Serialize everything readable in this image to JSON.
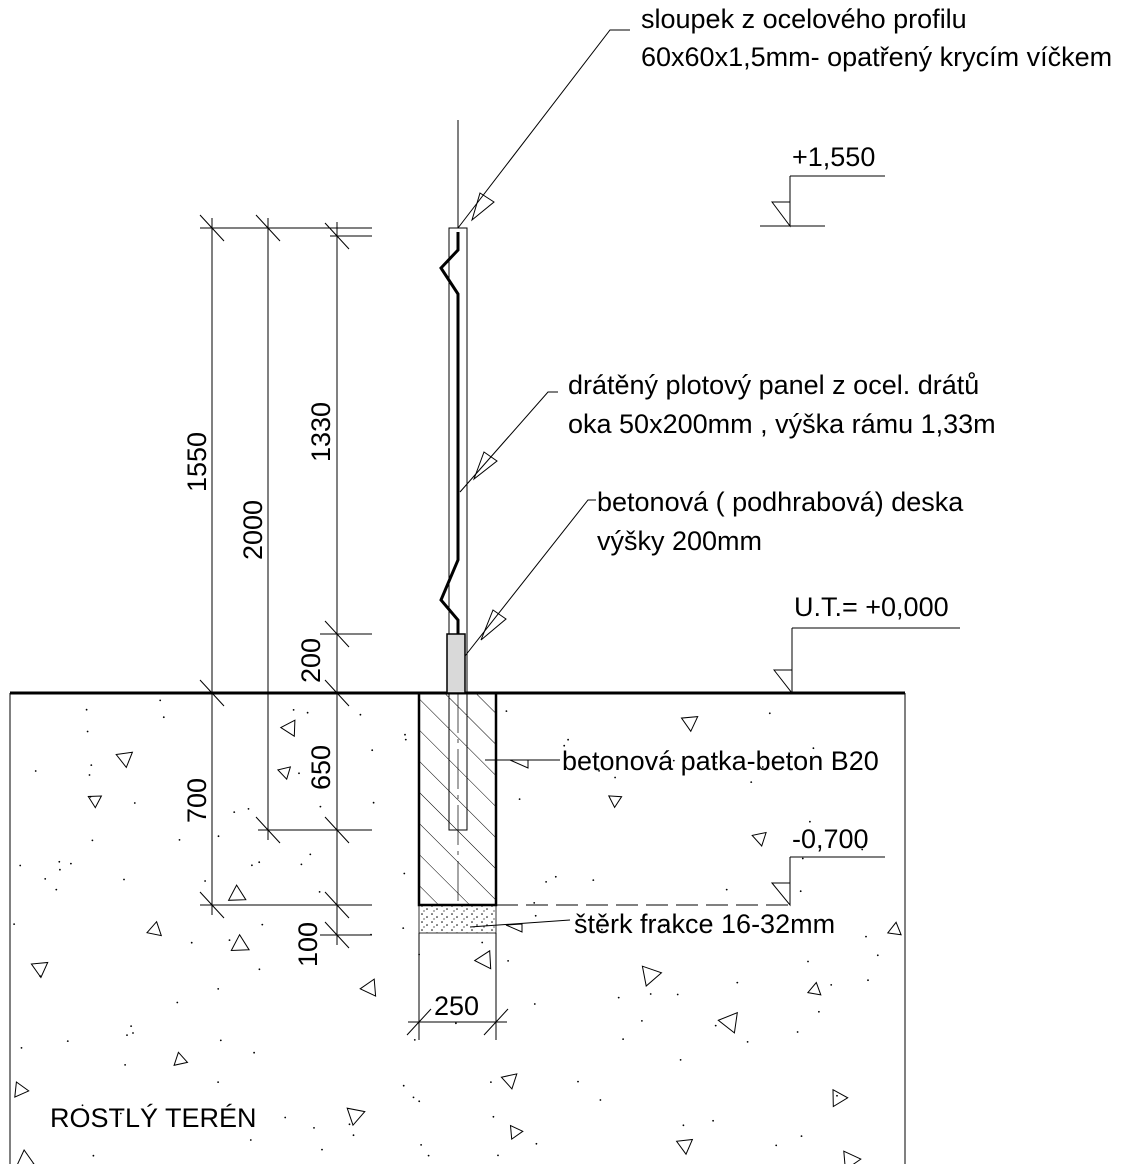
{
  "labels": {
    "post_line1": "sloupek z ocelového profilu",
    "post_line2": "60x60x1,5mm- opatřený krycím víčkem",
    "panel_line1": "drátěný plotový panel z ocel. drátů",
    "panel_line2": "oka 50x200mm , výška rámu 1,33m",
    "slab_line1": "betonová ( podhrabová) deska",
    "slab_line2": "výšky 200mm",
    "footing": "betonová patka-beton B20",
    "gravel": "štěrk frakce 16-32mm",
    "terrain": "ROSTLÝ TERÉN"
  },
  "levels": {
    "top": "+1,550",
    "ground": "U.T.= +0,000",
    "bottom": "-0,700"
  },
  "dimensions": {
    "d1550": "1550",
    "d2000": "2000",
    "d1330": "1330",
    "d200": "200",
    "d650": "650",
    "d700": "700",
    "d100": "100",
    "d250": "250"
  },
  "colors": {
    "line": "#000000",
    "slab_fill": "#d9d9d9",
    "background": "#ffffff"
  }
}
